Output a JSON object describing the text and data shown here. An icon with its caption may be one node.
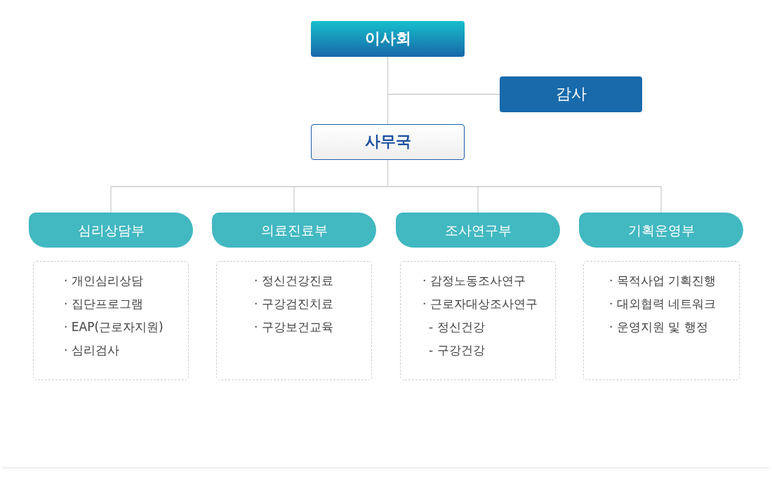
{
  "diagram": {
    "nodes": [
      {
        "text": [
          "이사회"
        ]
      },
      {
        "text": [
          "감사"
        ]
      },
      {
        "text": [
          "사무국"
        ]
      },
      {
        "text": [
          "심리상담부"
        ]
      },
      {
        "text": [
          "의료진료부"
        ]
      },
      {
        "text": [
          "조사연구부"
        ]
      },
      {
        "text": [
          "기획운영부"
        ]
      },
      {
        "text": [
          "· 개인심리상담",
          "· 집단프로그램",
          "· EAP(근로자지원)",
          "· 심리검사"
        ]
      },
      {
        "text": [
          "· 정신건강진료",
          "· 구강검진치료",
          "· 구강보건교육"
        ]
      },
      {
        "text": [
          "· 감정노동조사연구",
          "· 근로자대상조사연구",
          "- 정신건강",
          "- 구강건강"
        ]
      },
      {
        "text": [
          "· 목적사업 기획진행",
          "· 대외협력 네트워크",
          "· 운영지원 및 행정"
        ]
      }
    ],
    "edges": [
      {
        "from": 0,
        "to": 2,
        "arrow": "none"
      },
      {
        "from": 0,
        "to": 1,
        "arrow": "none"
      },
      {
        "from": 2,
        "to": 3,
        "arrow": "none"
      },
      {
        "from": 2,
        "to": 4,
        "arrow": "none"
      },
      {
        "from": 2,
        "to": 5,
        "arrow": "none"
      },
      {
        "from": 2,
        "to": 6,
        "arrow": "none"
      }
    ]
  }
}
